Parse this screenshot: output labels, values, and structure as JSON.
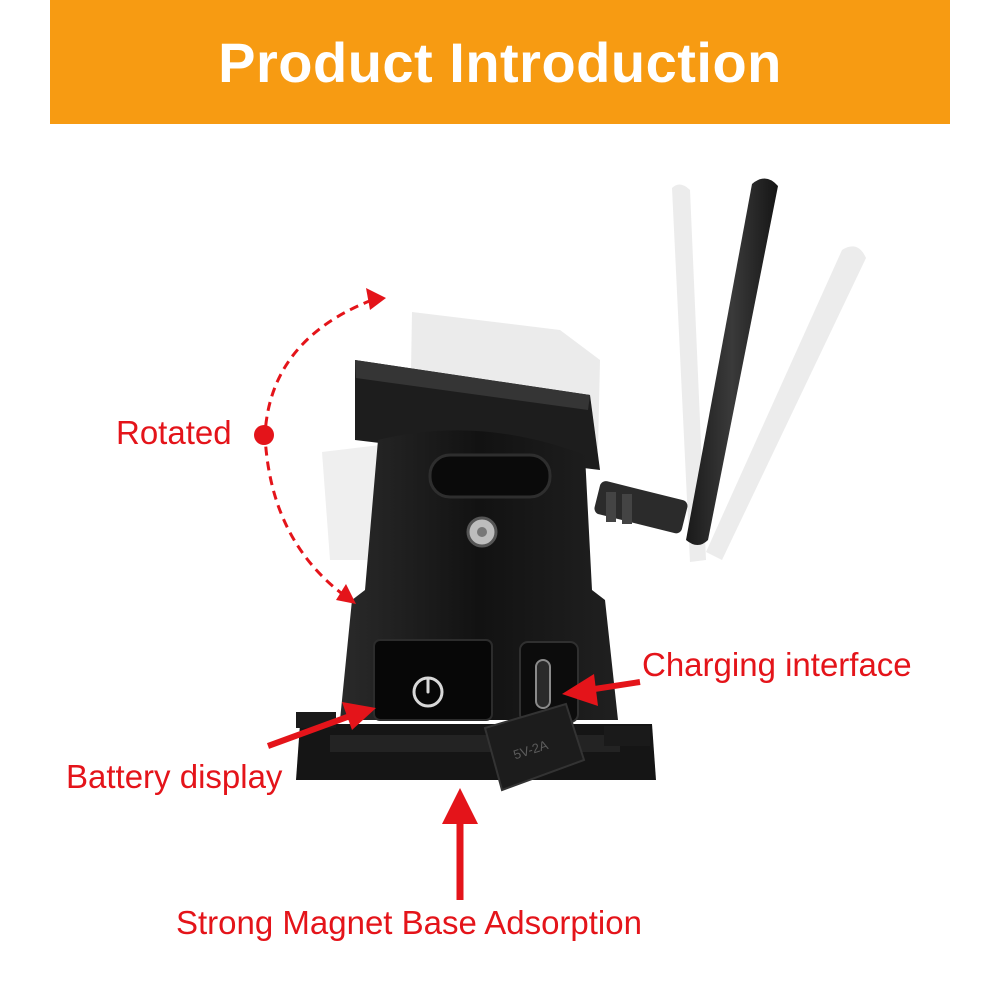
{
  "banner": {
    "title": "Product Introduction",
    "color": "#f79b12"
  },
  "callouts": {
    "rotated": "Rotated",
    "charging_interface": "Charging interface",
    "battery_display": "Battery display",
    "magnet_base": "Strong Magnet Base Adsorption"
  },
  "product": {
    "cap_text": "5V-2A"
  },
  "colors": {
    "accent_red": "#e4141a",
    "device_black": "#111111"
  }
}
